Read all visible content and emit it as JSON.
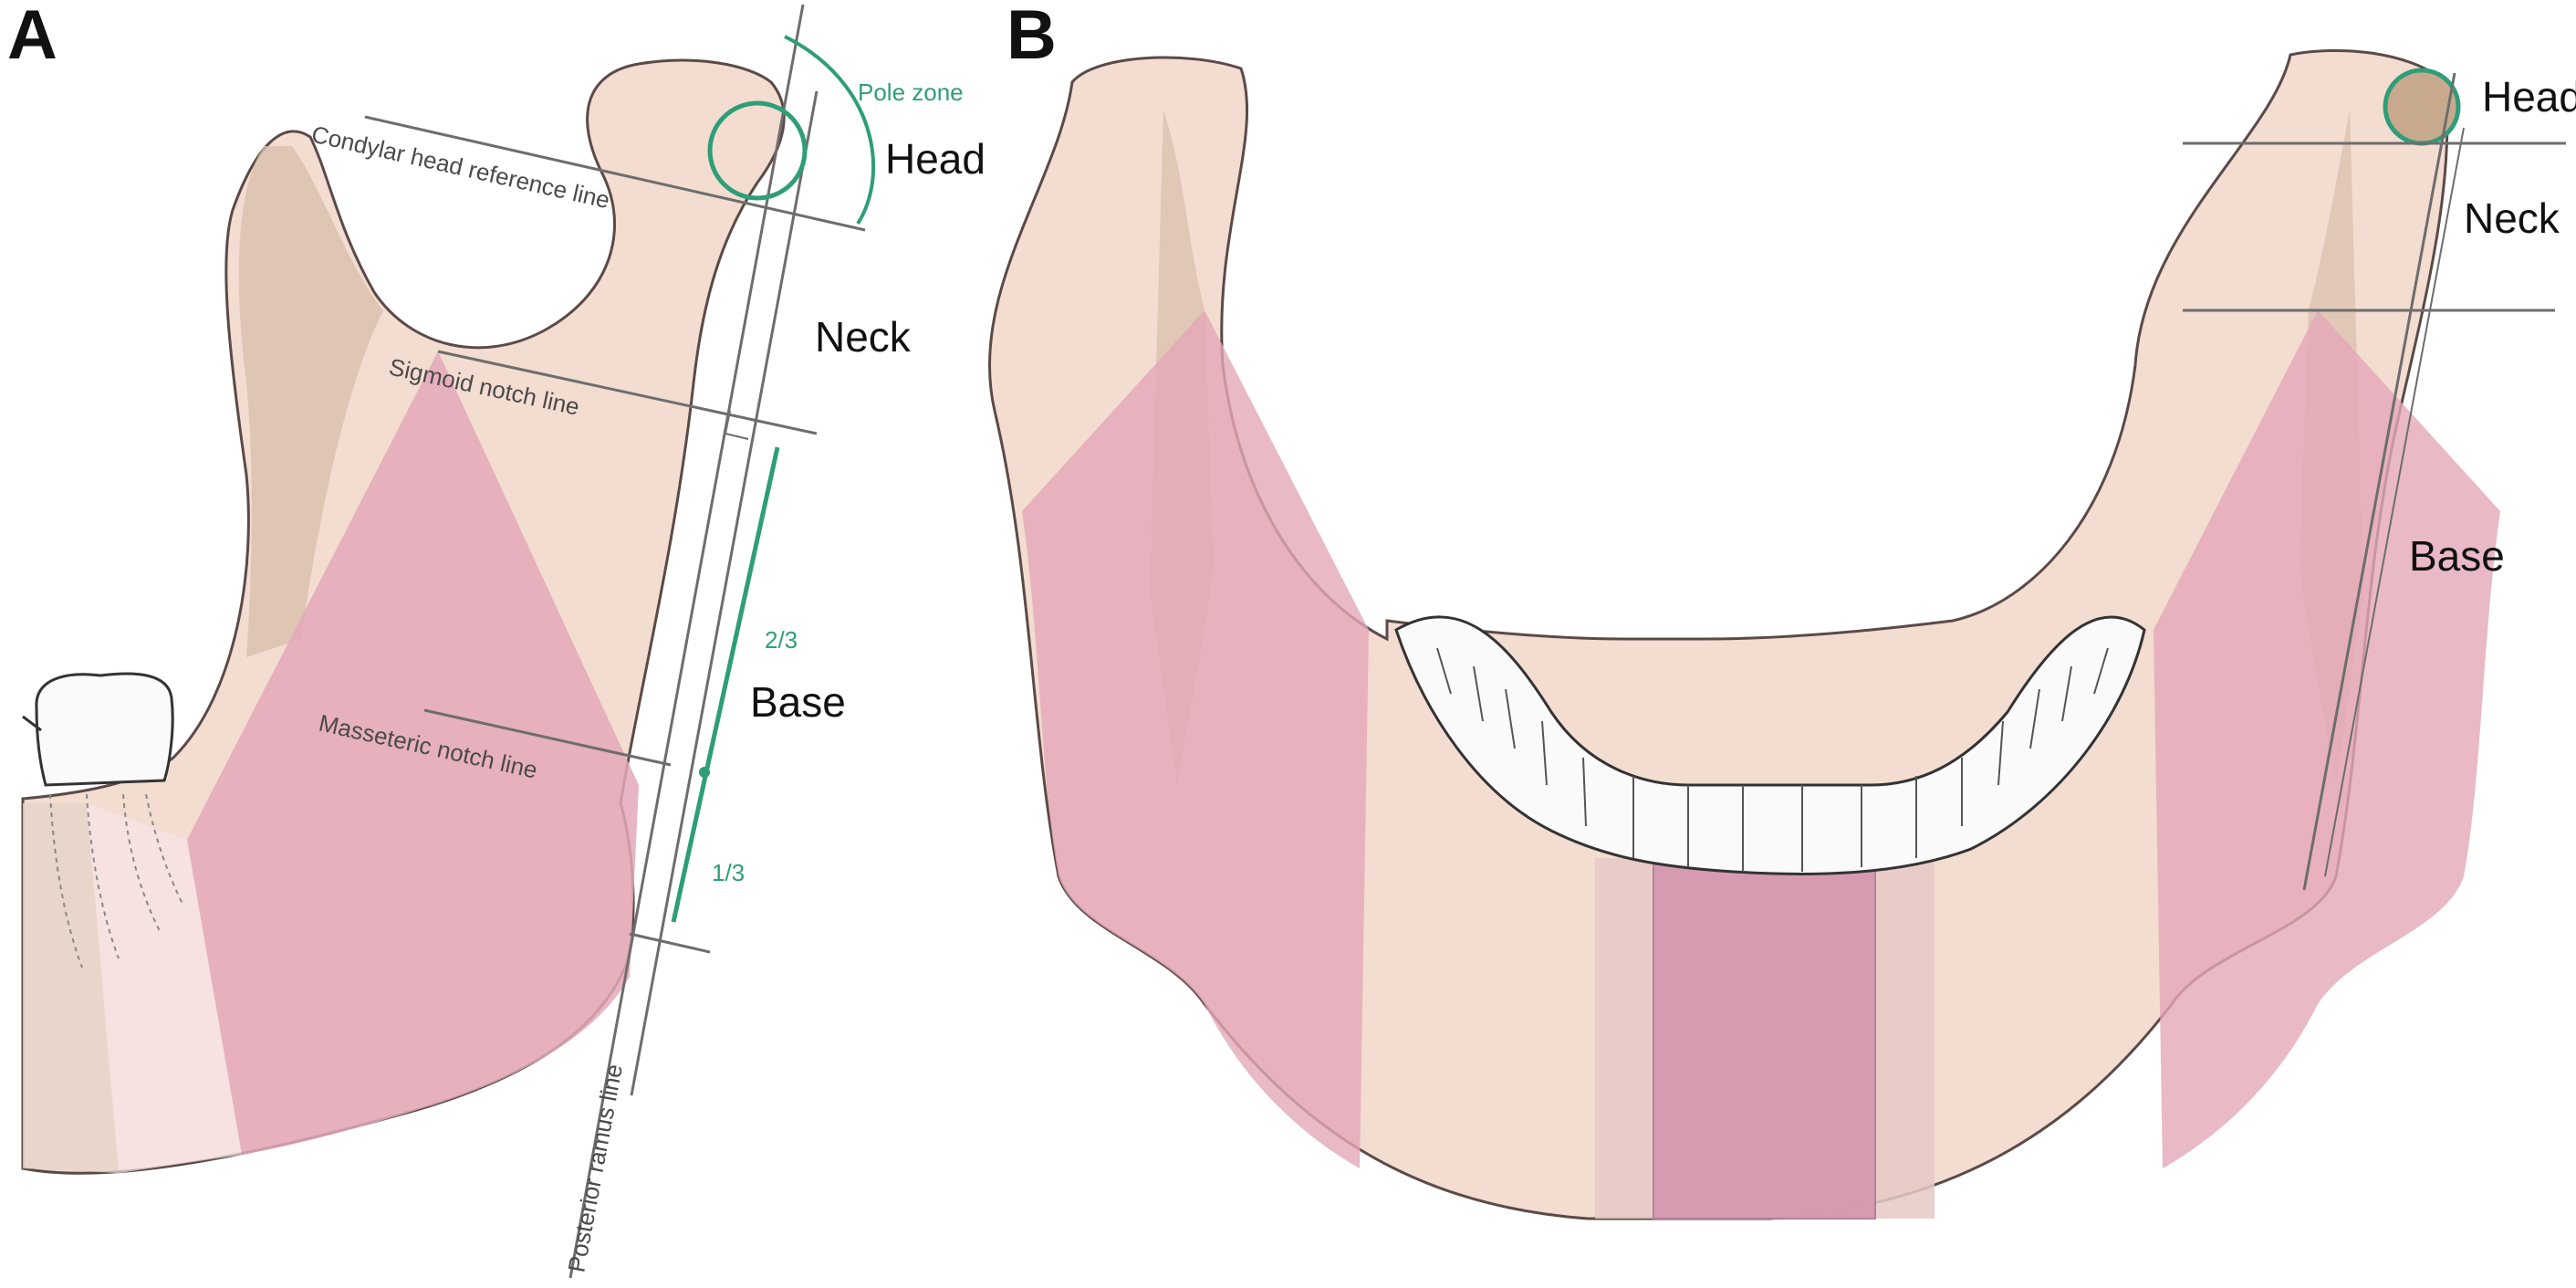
{
  "panels": {
    "a": {
      "letter": "A",
      "labels": {
        "head": "Head",
        "neck": "Neck",
        "base": "Base",
        "pole_zone": "Pole zone",
        "condylar_line": "Condylar head reference line",
        "sigmoid_line": "Sigmoid notch line",
        "masseteric_line": "Masseteric notch line",
        "posterior_ramus_line": "Posterior ramus line",
        "two_thirds": "2/3",
        "one_third": "1/3"
      }
    },
    "b": {
      "letter": "B",
      "labels": {
        "head": "Head",
        "neck": "Neck",
        "base": "Base"
      }
    }
  },
  "colors": {
    "bone": "#f3dcd0",
    "bone_shadow": "#d9c0ad",
    "muscle_pink": "#e3a8b8",
    "outline": "#5a4a48",
    "reference_line": "#6d6d6d",
    "pole_green": "#2e9e78",
    "teeth": "#fafafa"
  }
}
